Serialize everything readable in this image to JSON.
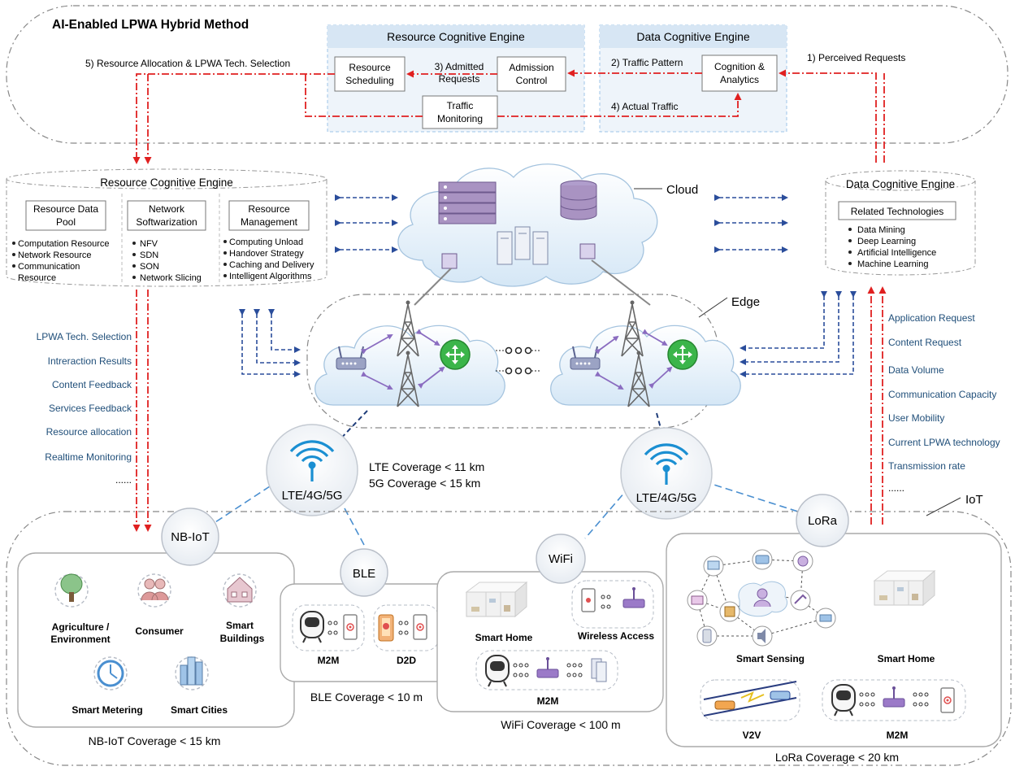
{
  "title": "AI-Enabled LPWA Hybrid Method",
  "top": {
    "rce_header": "Resource Cognitive Engine",
    "dce_header": "Data Cognitive Engine",
    "resource_scheduling": [
      "Resource",
      "Scheduling"
    ],
    "admission_control": [
      "Admission",
      "Control"
    ],
    "traffic_monitoring": [
      "Traffic",
      "Monitoring"
    ],
    "cognition_analytics": [
      "Cognition &",
      "Analytics"
    ],
    "step1": "1) Perceived Requests",
    "step2": "2) Traffic Pattern",
    "step3": [
      "3) Admitted",
      "Requests"
    ],
    "step4": "4) Actual Traffic",
    "step5": "5) Resource Allocation & LPWA Tech. Selection"
  },
  "rce": {
    "title": "Resource Cognitive Engine",
    "col1_head": [
      "Resource Data",
      "Pool"
    ],
    "col1_items": [
      "Computation Resource",
      "Network Resource",
      "Communication",
      "Resource"
    ],
    "col2_head": [
      "Network",
      "Softwarization"
    ],
    "col2_items": [
      "NFV",
      "SDN",
      "SON",
      "Network Slicing"
    ],
    "col3_head": [
      "Resource",
      "Management"
    ],
    "col3_items": [
      "Computing Unload",
      "Handover Strategy",
      "Caching and Delivery",
      "Intelligent Algorithms"
    ]
  },
  "dce": {
    "title": "Data Cognitive Engine",
    "head": "Related Technologies",
    "items": [
      "Data Mining",
      "Deep Learning",
      "Artificial Intelligence",
      "Machine Learning"
    ]
  },
  "labels": {
    "cloud": "Cloud",
    "edge": "Edge",
    "iot": "IoT"
  },
  "left_feedback": [
    "LPWA Tech. Selection",
    "Intreraction Results",
    "Content Feedback",
    "Services Feedback",
    "Resource allocation",
    "Realtime Monitoring",
    "......"
  ],
  "right_requests": [
    "Application Request",
    "Content Request",
    "Data Volume",
    "Communication Capacity",
    "User Mobility",
    "Current LPWA technology",
    "Transmission rate",
    "......"
  ],
  "lte_left": "LTE/4G/5G",
  "lte_right": "LTE/4G/5G",
  "lte_coverage": [
    "LTE Coverage < 11 km",
    "5G Coverage < 15 km"
  ],
  "nbiot": {
    "badge": "NB-IoT",
    "items": [
      "Agriculture /",
      "Environment",
      "Consumer",
      "Smart",
      "Buildings",
      "Smart Metering",
      "Smart Cities"
    ],
    "coverage": "NB-IoT Coverage < 15 km"
  },
  "ble": {
    "badge": "BLE",
    "items": [
      "M2M",
      "D2D"
    ],
    "coverage": "BLE Coverage < 10 m"
  },
  "wifi": {
    "badge": "WiFi",
    "items": [
      "Smart Home",
      "Wireless Access",
      "M2M"
    ],
    "coverage": "WiFi Coverage < 100 m"
  },
  "lora": {
    "badge": "LoRa",
    "items": [
      "Smart Sensing",
      "Smart Home",
      "V2V",
      "M2M"
    ],
    "coverage": "LoRa Coverage < 20 km"
  }
}
